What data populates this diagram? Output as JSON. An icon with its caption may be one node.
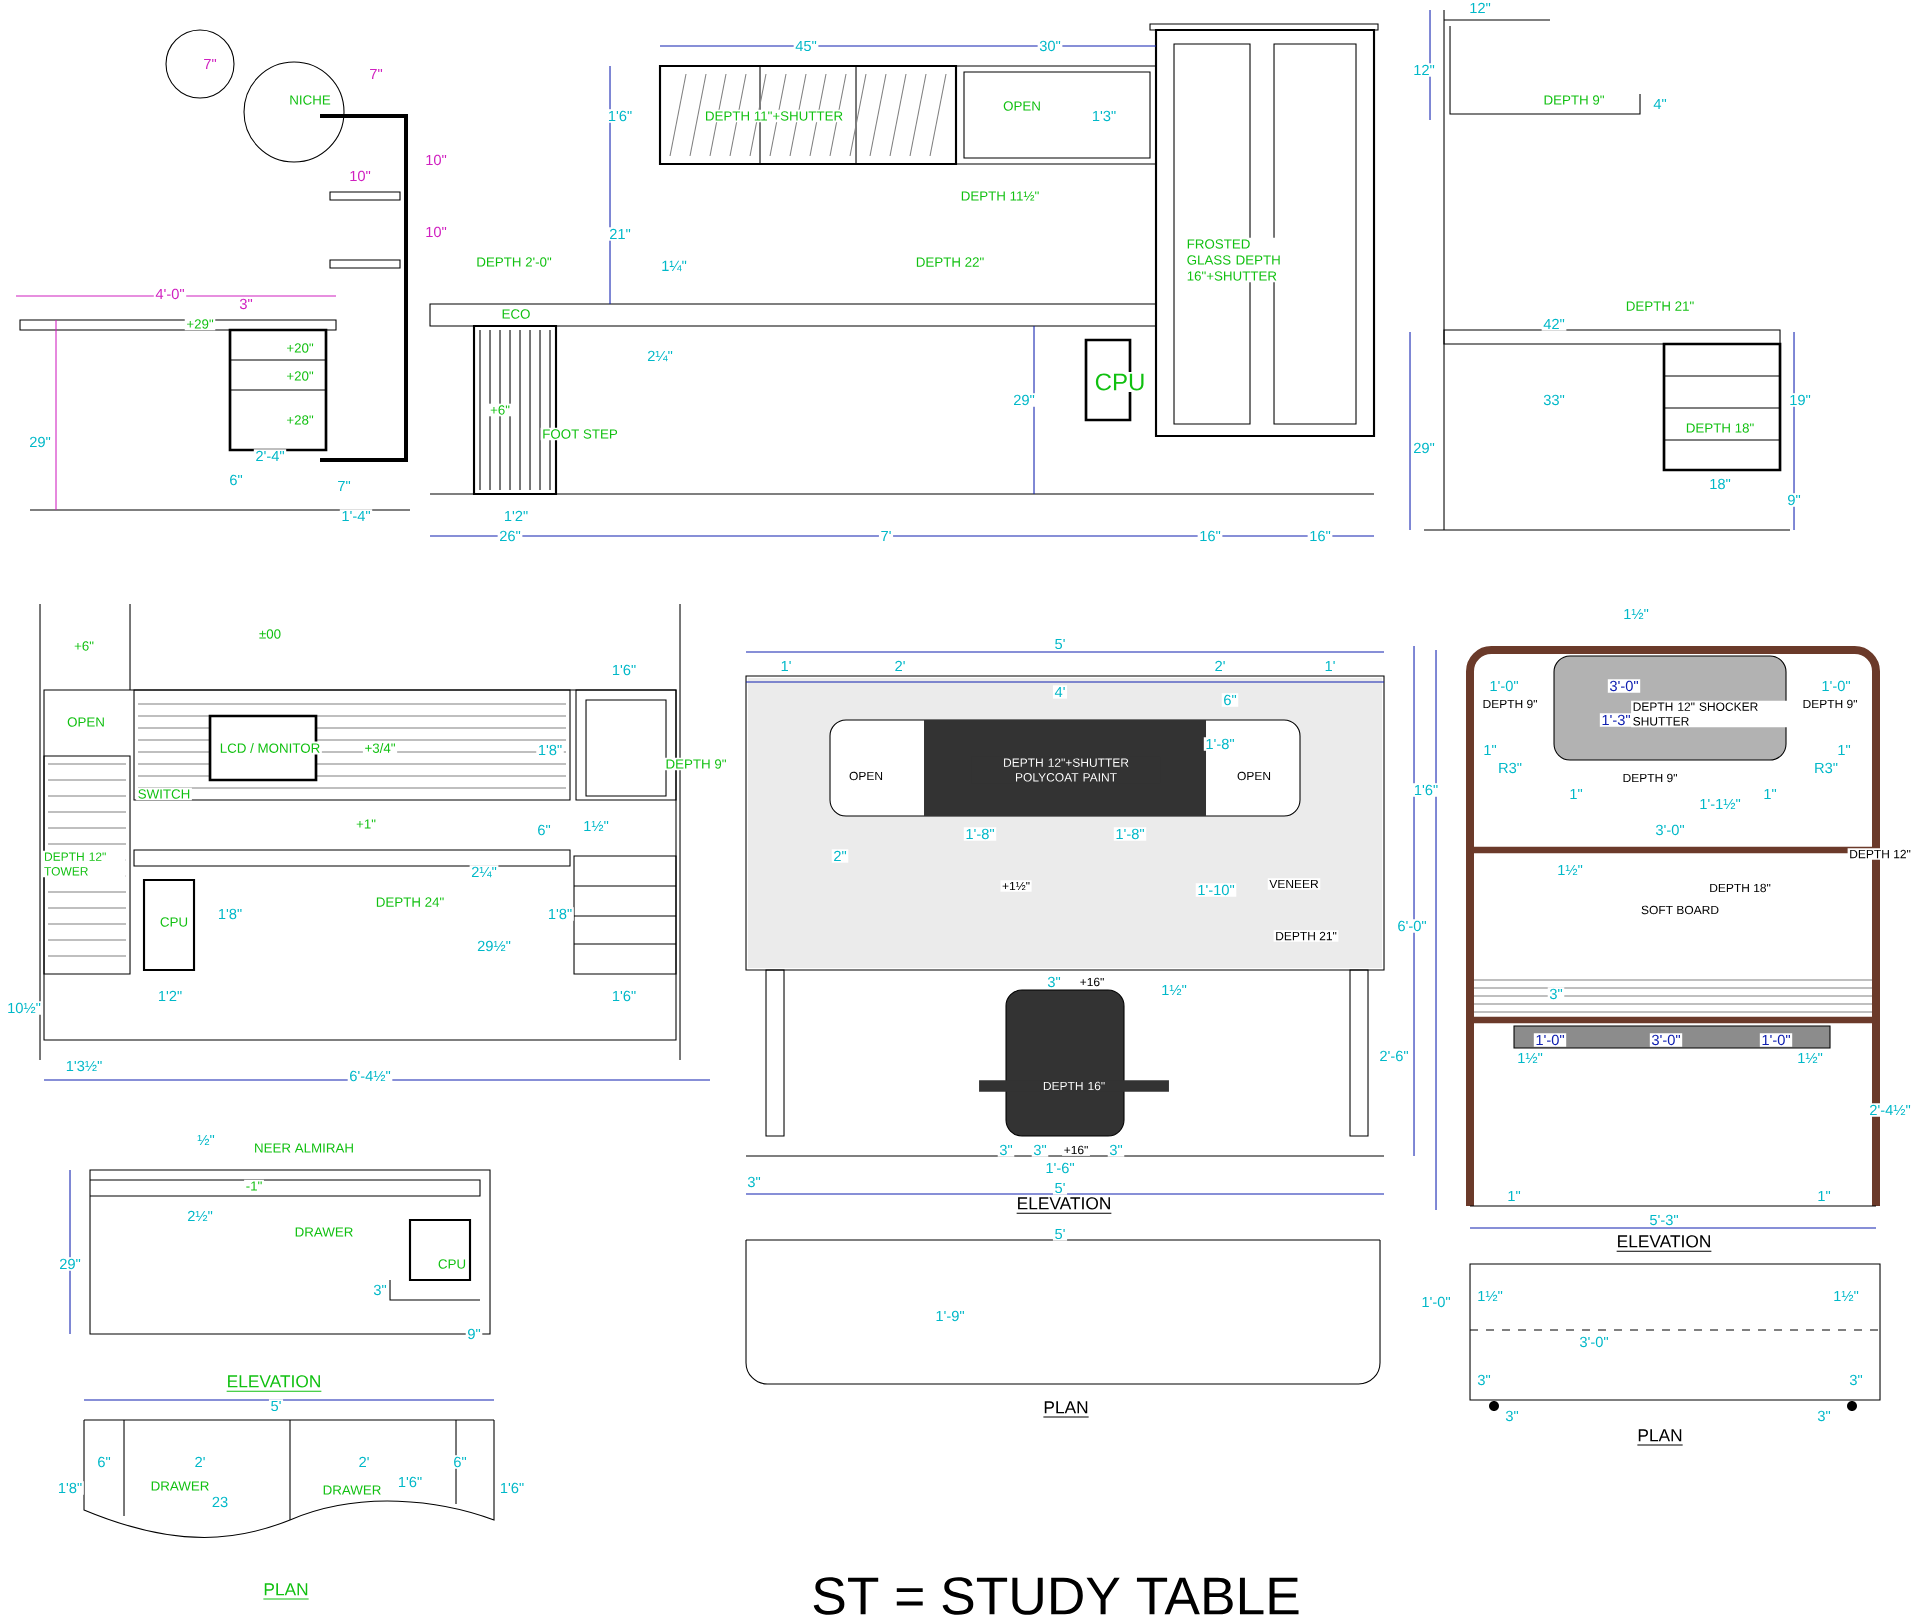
{
  "diagram": {
    "title": "ST = STUDY TABLE",
    "labels": [
      "7\"",
      "NICHE",
      "7\"",
      "10\"",
      "10\"",
      "10\"",
      "4'-0\"",
      "3\"",
      "+29\"",
      "+20\"",
      "+20\"",
      "+28\"",
      "29\"",
      "2'-4\"",
      "6\"",
      "7\"",
      "1'-4\"",
      "DEPTH 2'-0\"",
      "ECO",
      "+6\"",
      "FOOT STEP",
      "1'2\"",
      "26\"",
      "1'6\"",
      "21\"",
      "1¼\"",
      "2¼\"",
      "45\"",
      "30\"",
      "DEPTH 11\"+SHUTTER",
      "OPEN",
      "1'3\"",
      "DEPTH 11½\"",
      "DEPTH 22\"",
      "29\"",
      "CPU",
      "FROSTED GLASS DEPTH 16\"+SHUTTER",
      "7'",
      "16\"",
      "16\"",
      "12\"",
      "12\"",
      "DEPTH 9\"",
      "4\"",
      "DEPTH 21\"",
      "42\"",
      "33\"",
      "19\"",
      "DEPTH 18\"",
      "29\"",
      "18\"",
      "9\"",
      "+6\"",
      "±00",
      "1'6\"",
      "OPEN",
      "LCD / MONITOR",
      "+3/4\"",
      "1'8\"",
      "DEPTH 9\"",
      "SWITCH",
      "+1\"",
      "6\"",
      "1½\"",
      "DEPTH 12\" TOWER",
      "2¼\"",
      "DEPTH 24\"",
      "1'8\"",
      "1'8\"",
      "CPU",
      "29½\"",
      "1'2\"",
      "1'6\"",
      "10½\"",
      "1'3½\"",
      "6'-4½\"",
      "½\"",
      "NEER ALMIRAH",
      "-1\"",
      "2½\"",
      "DRAWER",
      "29\"",
      "CPU",
      "3\"",
      "9\"",
      "ELEVATION",
      "5'",
      "6\"",
      "2'",
      "2'",
      "6\"",
      "1'8\"",
      "DRAWER",
      "DRAWER",
      "23",
      "1'6\"",
      "1'6\"",
      "PLAN",
      "5'",
      "1'",
      "2'",
      "2'",
      "1'",
      "4'",
      "6\"",
      "OPEN",
      "DEPTH 12\"+SHUTTER POLYCOAT PAINT",
      "1'-8\"",
      "OPEN",
      "1'-8\"",
      "1'-8\"",
      "2\"",
      "+1½\"",
      "1'-10\"",
      "VENEER",
      "DEPTH 21\"",
      "1½\"",
      "3\"",
      "+16\"",
      "DEPTH 16\"",
      "2'-6\"",
      "3\"",
      "3\"",
      "+16\"",
      "3\"",
      "1'-6\"",
      "3\"",
      "5'",
      "ELEVATION",
      "5'",
      "1'-9\"",
      "PLAN",
      "1'6\"",
      "6'-0\"",
      "1½\"",
      "1'-0\"",
      "3'-0\"",
      "1'-0\"",
      "DEPTH 9\"",
      "DEPTH 12\" SHOCKER SHUTTER",
      "DEPTH 9\"",
      "1'-3\"",
      "1\"",
      "1\"",
      "R3\"",
      "R3\"",
      "DEPTH 9\"",
      "1\"",
      "1'-1½\"",
      "1\"",
      "3'-0\"",
      "DEPTH 12\"",
      "1½\"",
      "DEPTH 18\"",
      "SOFT BOARD",
      "3\"",
      "1'-0\"",
      "3'-0\"",
      "1'-0\"",
      "1½\"",
      "1½\"",
      "2'-4½\"",
      "1\"",
      "1\"",
      "5'-3\"",
      "ELEVATION",
      "1'-0\"",
      "1½\"",
      "1½\"",
      "3'-0\"",
      "3\"",
      "3\"",
      "3\"",
      "3\"",
      "PLAN"
    ]
  }
}
